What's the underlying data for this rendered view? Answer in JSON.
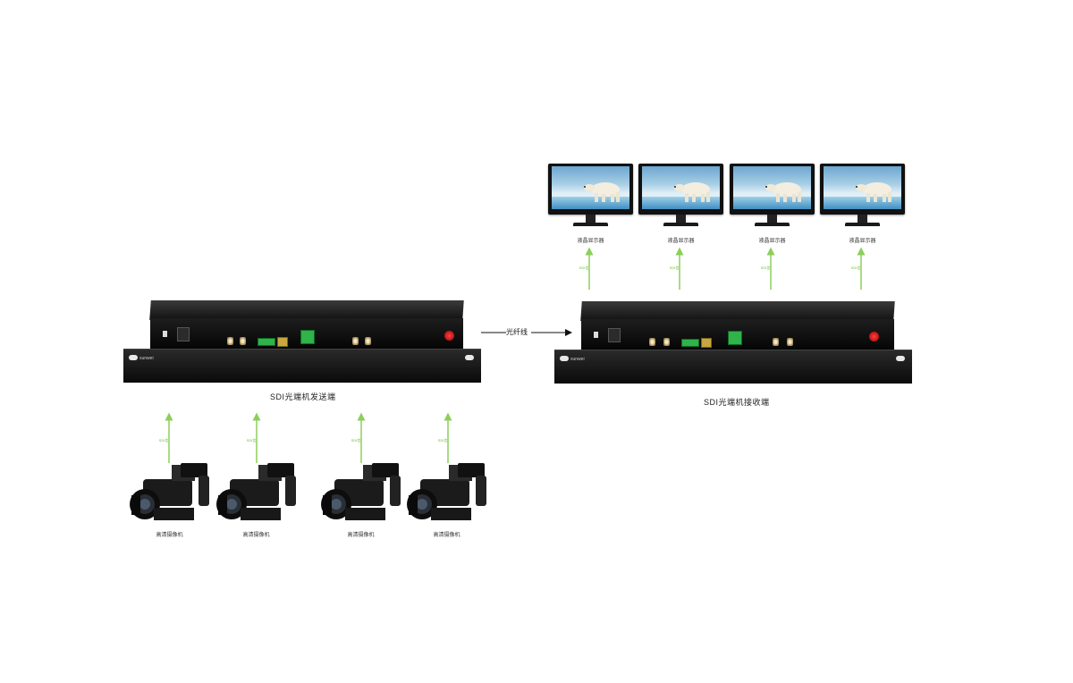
{
  "labels": {
    "sender": "SDI光端机发送端",
    "receiver": "SDI光端机接收端",
    "fiber": "光纤线",
    "monitor": "液晶显示器",
    "camera": "高清摄像机",
    "signal": "SDI信"
  },
  "device": {
    "brand": "xunwei"
  },
  "colors": {
    "arrow_green": "#8ccf5a",
    "device_body": "#111111",
    "bnc_gold": "#c9b07a",
    "terminal_green": "#2fb34a",
    "power_red": "#d00000"
  },
  "icons": [
    "monitor-icon",
    "polar-bear-image",
    "camera-icon",
    "fiber-arrow-icon",
    "optical-transceiver-icon"
  ]
}
